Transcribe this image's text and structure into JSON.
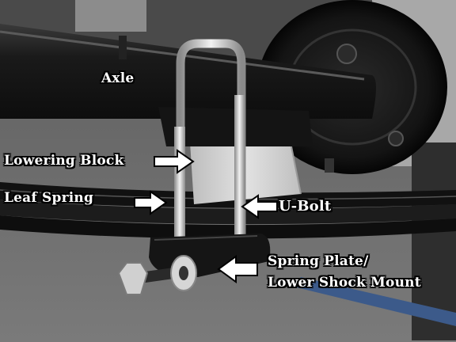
{
  "image": {
    "subject": "Rear leaf spring suspension lowering kit installation with labeled parts",
    "colors": {
      "floor": "#6b6b6b",
      "axle": "#1c1c1c",
      "block": "#cfcfcf",
      "chrome": "#d9d9d9",
      "label_text": "#ffffff",
      "label_outline": "#000000"
    }
  },
  "labels": {
    "axle": "Axle",
    "lowering_block": "Lowering Block",
    "leaf_spring": "Leaf Spring",
    "u_bolt": "U-Bolt",
    "spring_plate_line1": "Spring Plate/",
    "spring_plate_line2": "Lower Shock Mount"
  }
}
